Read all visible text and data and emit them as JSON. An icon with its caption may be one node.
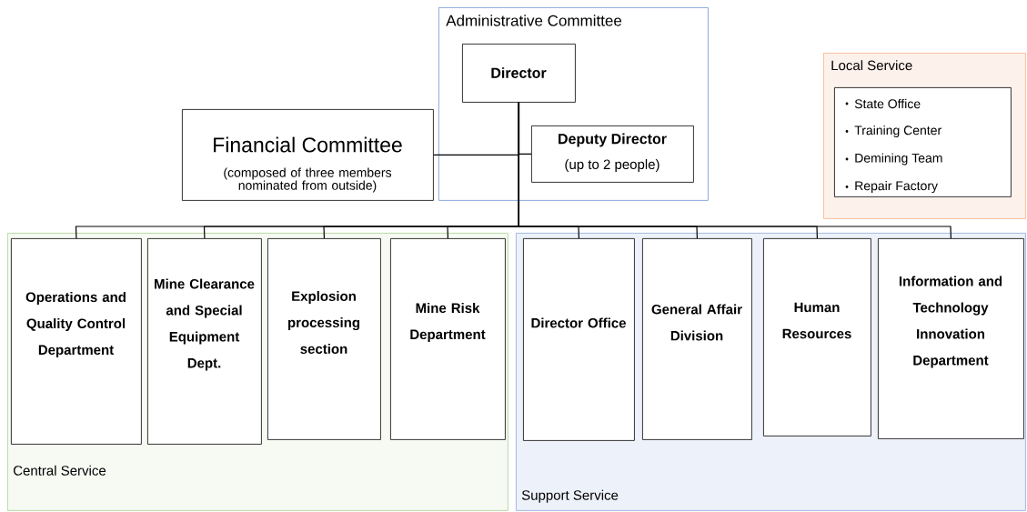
{
  "diagram": {
    "nodes": [
      {
        "text": [
          "Administrative Committee"
        ]
      },
      {
        "text": [
          "Director"
        ],
        "in": 0
      },
      {
        "text": [
          "Deputy Director",
          "(up to 2 people)"
        ],
        "in": 0
      },
      {
        "text": [
          "Financial Committee",
          "(composed of three members nominated from outside)"
        ]
      },
      {
        "text": [
          "Local Service"
        ]
      },
      {
        "text": [
          "State Office",
          "Training Center",
          "Demining Team",
          "Repair Factory"
        ],
        "in": 4
      },
      {
        "text": [
          "Central Service"
        ]
      },
      {
        "text": [
          "Support Service"
        ]
      },
      {
        "text": [
          "Operations and Quality Control Department"
        ],
        "in": 6
      },
      {
        "text": [
          "Mine Clearance and Special Equipment Dept."
        ],
        "in": 6
      },
      {
        "text": [
          "Explosion processing section"
        ],
        "in": 6
      },
      {
        "text": [
          "Mine Risk Department"
        ],
        "in": 6
      },
      {
        "text": [
          "Director Office"
        ],
        "in": 7
      },
      {
        "text": [
          "General Affair Division"
        ],
        "in": 7
      },
      {
        "text": [
          "Human Resources"
        ],
        "in": 7
      },
      {
        "text": [
          "Information and Technology Innovation Department"
        ],
        "in": 7
      }
    ],
    "edges": [
      {
        "from": 1,
        "to": 3,
        "arrow": "none"
      },
      {
        "from": 1,
        "to": 2,
        "arrow": "none"
      },
      {
        "from": 1,
        "to": 8,
        "arrow": "none"
      },
      {
        "from": 1,
        "to": 9,
        "arrow": "none"
      },
      {
        "from": 1,
        "to": 10,
        "arrow": "none"
      },
      {
        "from": 1,
        "to": 11,
        "arrow": "none"
      },
      {
        "from": 1,
        "to": 12,
        "arrow": "none"
      },
      {
        "from": 1,
        "to": 13,
        "arrow": "none"
      },
      {
        "from": 1,
        "to": 14,
        "arrow": "none"
      },
      {
        "from": 1,
        "to": 15,
        "arrow": "none"
      }
    ]
  }
}
